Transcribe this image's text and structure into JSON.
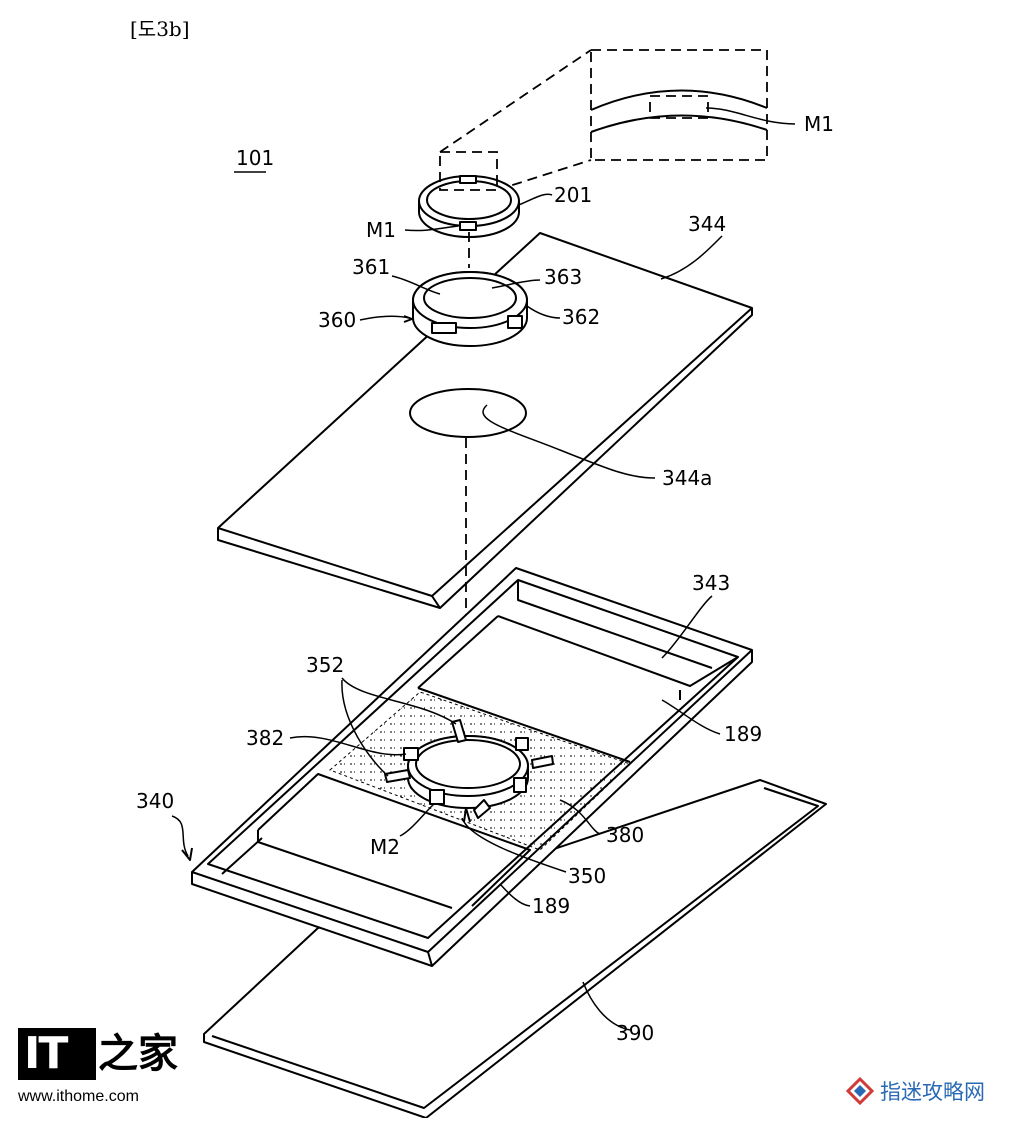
{
  "figure_caption": "[도3b]",
  "assembly_ref": "101",
  "labels": {
    "m1_detail": "M1",
    "ring_201": "201",
    "m1_ring": "M1",
    "plate_344": "344",
    "ring_361": "361",
    "ring_363": "363",
    "ring_360": "360",
    "ring_362": "362",
    "hole_344a": "344a",
    "frame_343": "343",
    "part_352": "352",
    "part_189_right": "189",
    "part_382": "382",
    "frame_340": "340",
    "layer_380": "380",
    "m2": "M2",
    "part_350": "350",
    "part_189_bottom": "189",
    "plate_390": "390"
  },
  "watermarks": {
    "left_logo": "IT",
    "left_cn": "之家",
    "left_url": "www.ithome.com",
    "right_text": "指迷攻略网"
  }
}
